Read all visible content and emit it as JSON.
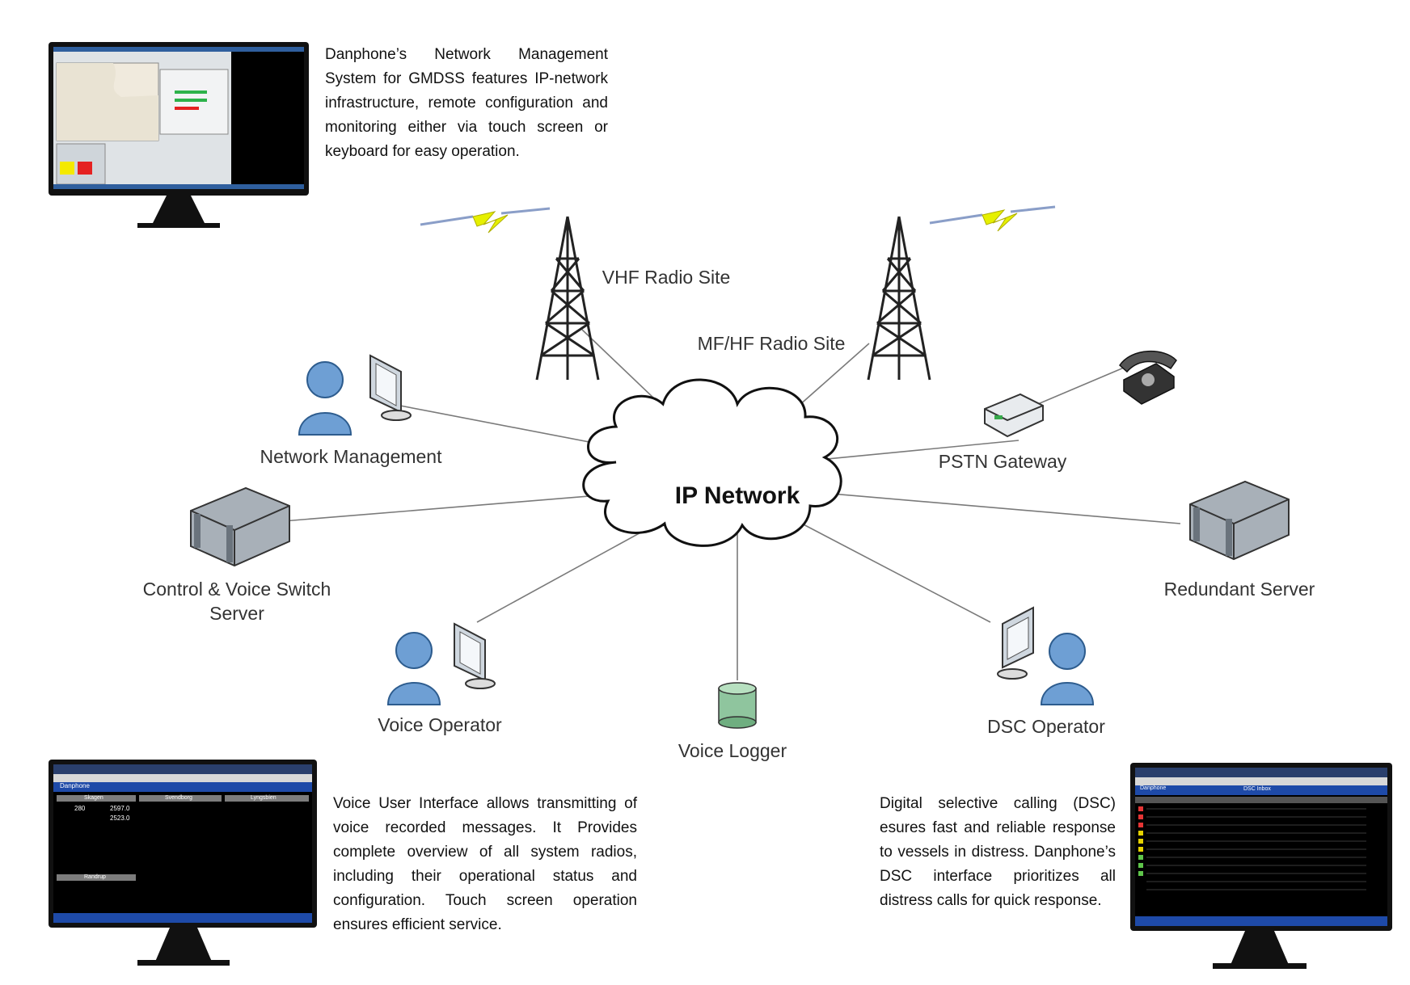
{
  "description_nms": "Danphone’s Network Management System for GMDSS features IP-network infrastructure, remote configuration and monitoring either via touch screen or keyboard for easy operation.",
  "description_voice": "Voice User Interface allows transmitting of voice recorded messages. It Provides complete overview of all system radios, including their operational status and configuration. Touch screen operation ensures efficient service.",
  "description_dsc": "Digital selective calling (DSC) esures fast and reliable response to vessels in distress. Danphone’s DSC interface prioritizes all distress calls for quick response.",
  "nodes": {
    "center": "IP Network",
    "vhf": "VHF Radio Site",
    "mfhf": "MF/HF Radio Site",
    "netmgmt": "Network Management",
    "pstn": "PSTN Gateway",
    "control": "Control & Voice Switch Server",
    "redundant": "Redundant Server",
    "voiceop": "Voice Operator",
    "logger": "Voice Logger",
    "dscop": "DSC Operator"
  },
  "screens": {
    "voice_app_title": "Danphone",
    "voice_sites": [
      "Skagen",
      "Svendborg",
      "Lyngsbien",
      "Randrup"
    ],
    "voice_values": [
      "280",
      "2597.0",
      "2523.0"
    ],
    "dsc_app_title": "Danphone",
    "dsc_header": "DSC Inbox"
  }
}
